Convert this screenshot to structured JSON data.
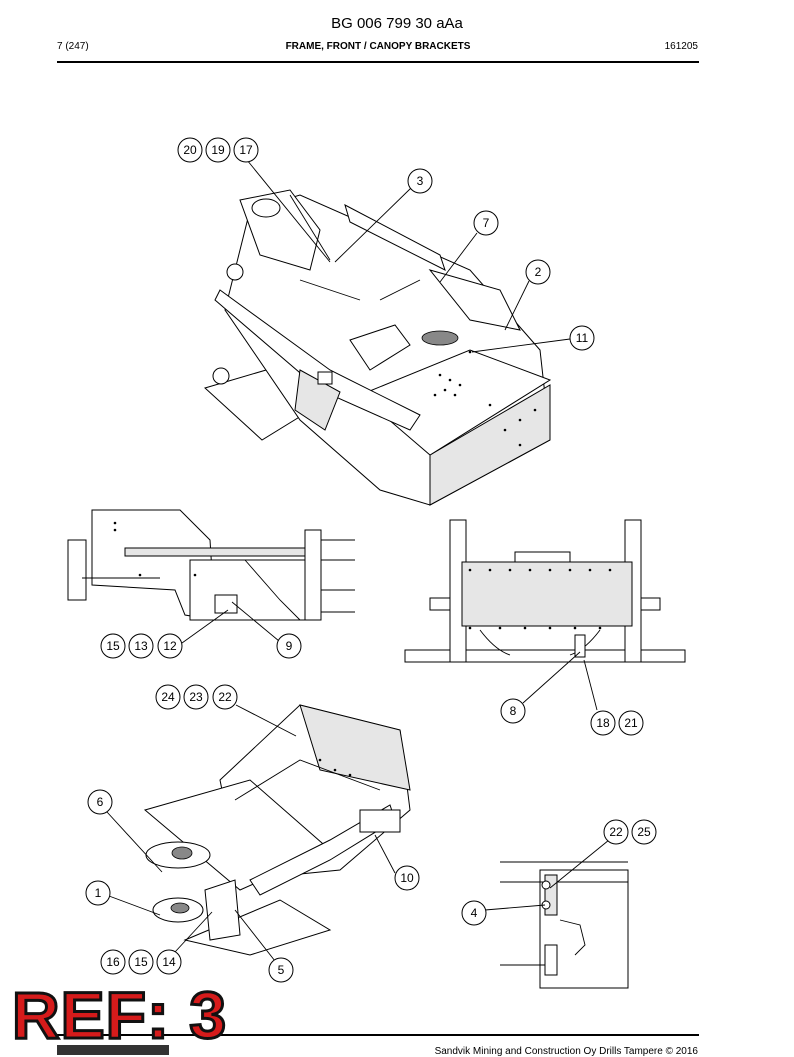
{
  "header": {
    "document_id": "BG 006 799 30 aAa",
    "page": "7 (247)",
    "title": "FRAME, FRONT / CANOPY BRACKETS",
    "date": "161205"
  },
  "callouts": {
    "c20": "20",
    "c19": "19",
    "c17": "17",
    "c3": "3",
    "c7": "7",
    "c2": "2",
    "c11": "11",
    "c15a": "15",
    "c13": "13",
    "c12": "12",
    "c9": "9",
    "c8": "8",
    "c18": "18",
    "c21": "21",
    "c24": "24",
    "c23": "23",
    "c22a": "22",
    "c6": "6",
    "c1": "1",
    "c10": "10",
    "c5": "5",
    "c16": "16",
    "c15b": "15",
    "c14": "14",
    "c22b": "22",
    "c25": "25",
    "c4": "4"
  },
  "stamp": {
    "text": "REF: 3"
  },
  "footer": {
    "copyright": "Sandvik Mining and Construction Oy Drills Tampere © 2016"
  }
}
